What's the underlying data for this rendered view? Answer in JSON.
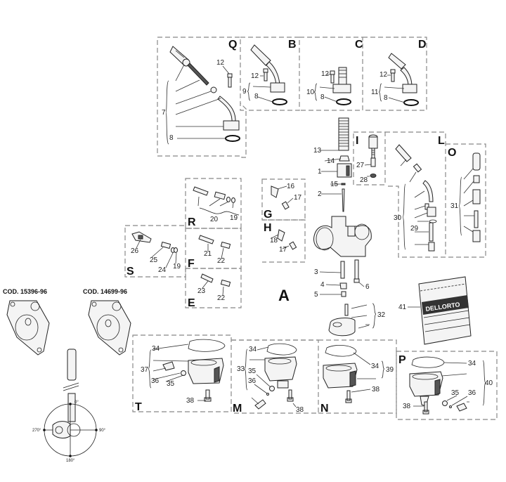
{
  "diagram": {
    "title_letter": "A",
    "brand_label": "DELLORTO",
    "groups": [
      {
        "letter": "Q",
        "parts": [
          "12",
          "7",
          "8"
        ]
      },
      {
        "letter": "B",
        "parts": [
          "12",
          "9",
          "8"
        ]
      },
      {
        "letter": "C",
        "parts": [
          "12",
          "10",
          "8"
        ]
      },
      {
        "letter": "D",
        "parts": [
          "12",
          "11",
          "8"
        ]
      },
      {
        "letter": "I",
        "parts": [
          "27",
          "28"
        ]
      },
      {
        "letter": "L",
        "parts": [
          "30",
          "29"
        ]
      },
      {
        "letter": "O",
        "parts": [
          "31"
        ]
      },
      {
        "letter": "R",
        "parts": [
          "20",
          "19"
        ]
      },
      {
        "letter": "S",
        "parts": [
          "26",
          "25",
          "24",
          "19"
        ]
      },
      {
        "letter": "F",
        "parts": [
          "21",
          "22"
        ]
      },
      {
        "letter": "E",
        "parts": [
          "23",
          "22"
        ]
      },
      {
        "letter": "G",
        "parts": [
          "16",
          "17"
        ]
      },
      {
        "letter": "H",
        "parts": [
          "18",
          "17"
        ]
      },
      {
        "letter": "T",
        "parts": [
          "34",
          "37",
          "36",
          "35",
          "38"
        ]
      },
      {
        "letter": "M",
        "parts": [
          "34",
          "33",
          "35",
          "36",
          "38"
        ]
      },
      {
        "letter": "N",
        "parts": [
          "34",
          "39",
          "38"
        ]
      },
      {
        "letter": "P",
        "parts": [
          "34",
          "40",
          "35",
          "36",
          "38"
        ]
      }
    ],
    "main_parts": [
      "13",
      "14",
      "1",
      "15",
      "2",
      "3",
      "4",
      "5",
      "6",
      "32",
      "41"
    ],
    "cover_codes": [
      "COD. 15396-96",
      "COD. 14699-96"
    ],
    "orientation_degrees": [
      "0°",
      "90°",
      "180°",
      "270°"
    ],
    "labels": {
      "Q": "Q",
      "B": "B",
      "C": "C",
      "D": "D",
      "I": "I",
      "L": "L",
      "O": "O",
      "R": "R",
      "S": "S",
      "F": "F",
      "E": "E",
      "G": "G",
      "H": "H",
      "T": "T",
      "M": "M",
      "N": "N",
      "P": "P",
      "A": "A",
      "n1": "1",
      "n2": "2",
      "n3": "3",
      "n4": "4",
      "n5": "5",
      "n6": "6",
      "n7": "7",
      "n8": "8",
      "n9": "9",
      "n10": "10",
      "n11": "11",
      "n12": "12",
      "n13": "13",
      "n14": "14",
      "n15": "15",
      "n16": "16",
      "n17": "17",
      "n18": "18",
      "n19": "19",
      "n20": "20",
      "n21": "21",
      "n22": "22",
      "n23": "23",
      "n24": "24",
      "n25": "25",
      "n26": "26",
      "n27": "27",
      "n28": "28",
      "n29": "29",
      "n30": "30",
      "n31": "31",
      "n32": "32",
      "n33": "33",
      "n34": "34",
      "n35": "35",
      "n36": "36",
      "n37": "37",
      "n38": "38",
      "n39": "39",
      "n40": "40",
      "n41": "41",
      "cod1": "COD. 15396-96",
      "cod2": "COD. 14699-96",
      "d0": "0°",
      "d90": "90°",
      "d180": "180°",
      "d270": "270°",
      "brand": "DELLORTO"
    }
  }
}
